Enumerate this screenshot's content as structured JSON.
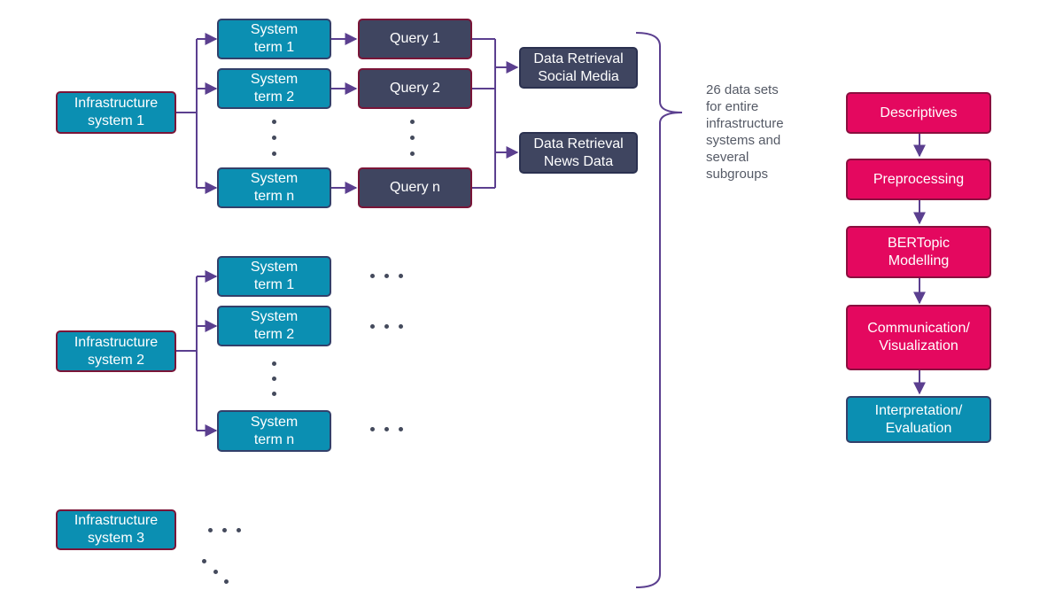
{
  "groups": [
    {
      "system": "Infrastructure\nsystem 1",
      "terms": [
        "System\nterm 1",
        "System\nterm 2",
        "System\nterm n"
      ],
      "queries": [
        "Query 1",
        "Query 2",
        "Query n"
      ]
    },
    {
      "system": "Infrastructure\nsystem 2",
      "terms": [
        "System\nterm 1",
        "System\nterm 2",
        "System\nterm n"
      ]
    },
    {
      "system": "Infrastructure\nsystem 3"
    }
  ],
  "retrieval": [
    "Data Retrieval\nSocial Media",
    "Data Retrieval\nNews Data"
  ],
  "note": "26 data sets\nfor entire\ninfrastructure\nsystems and\nseveral\nsubgroups",
  "pipeline": [
    "Descriptives",
    "Preprocessing",
    "BERTopic\nModelling",
    "Communication/\nVisualization",
    "Interpretation/\nEvaluation"
  ],
  "colors": {
    "teal": "#0b8fb2",
    "slate": "#3f4560",
    "pink": "#e4085f",
    "edge": "#5b3f8f"
  }
}
